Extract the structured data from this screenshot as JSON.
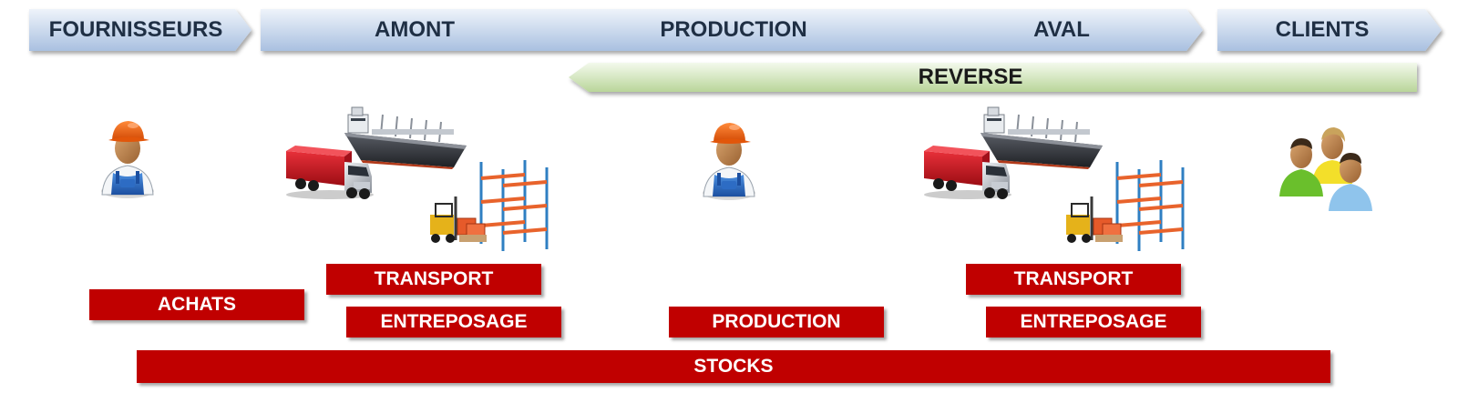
{
  "flow": {
    "fournisseurs": "FOURNISSEURS",
    "amont": "AMONT",
    "production": "PRODUCTION",
    "aval": "AVAL",
    "clients": "CLIENTS",
    "reverse": "REVERSE"
  },
  "activities": {
    "achats": "ACHATS",
    "transport_amont": "TRANSPORT",
    "entreposage_amont": "ENTREPOSAGE",
    "production": "PRODUCTION",
    "transport_aval": "TRANSPORT",
    "entreposage_aval": "ENTREPOSAGE",
    "stocks": "STOCKS"
  },
  "colors": {
    "flow_arrow_light": "#e8eef7",
    "flow_arrow_dark": "#a9c0e0",
    "reverse_light": "#eef6e6",
    "reverse_dark": "#b9d59a",
    "activity_red": "#c00000"
  },
  "icons": [
    "worker-icon",
    "truck-icon",
    "ship-icon",
    "forklift-icon",
    "warehouse-rack-icon",
    "clients-group-icon"
  ]
}
